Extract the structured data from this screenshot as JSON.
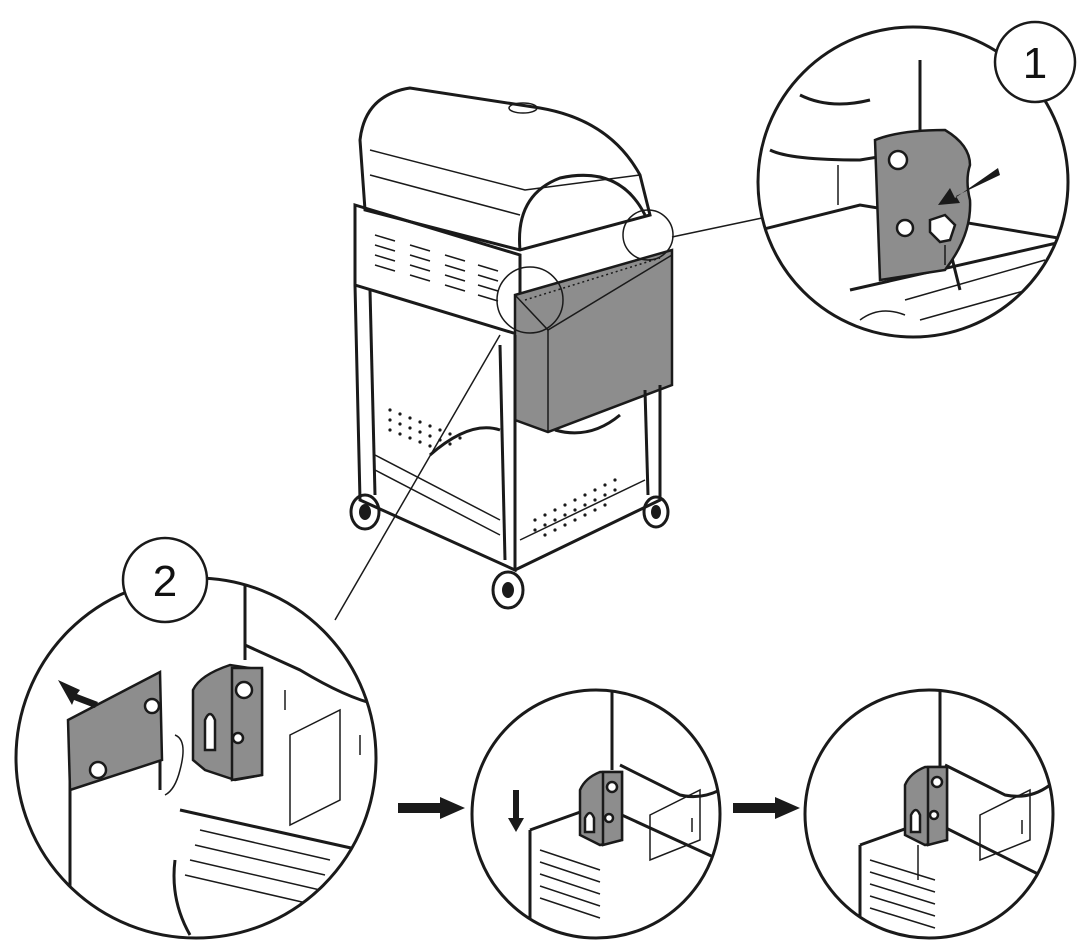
{
  "callouts": [
    {
      "label": "1"
    },
    {
      "label": "2"
    }
  ],
  "colors": {
    "line": "#1a1a1a",
    "panel": "#8d8d8d",
    "background": "#ffffff"
  },
  "icons": [
    "arrow-icon",
    "grill-drawing",
    "hinge-detail"
  ]
}
